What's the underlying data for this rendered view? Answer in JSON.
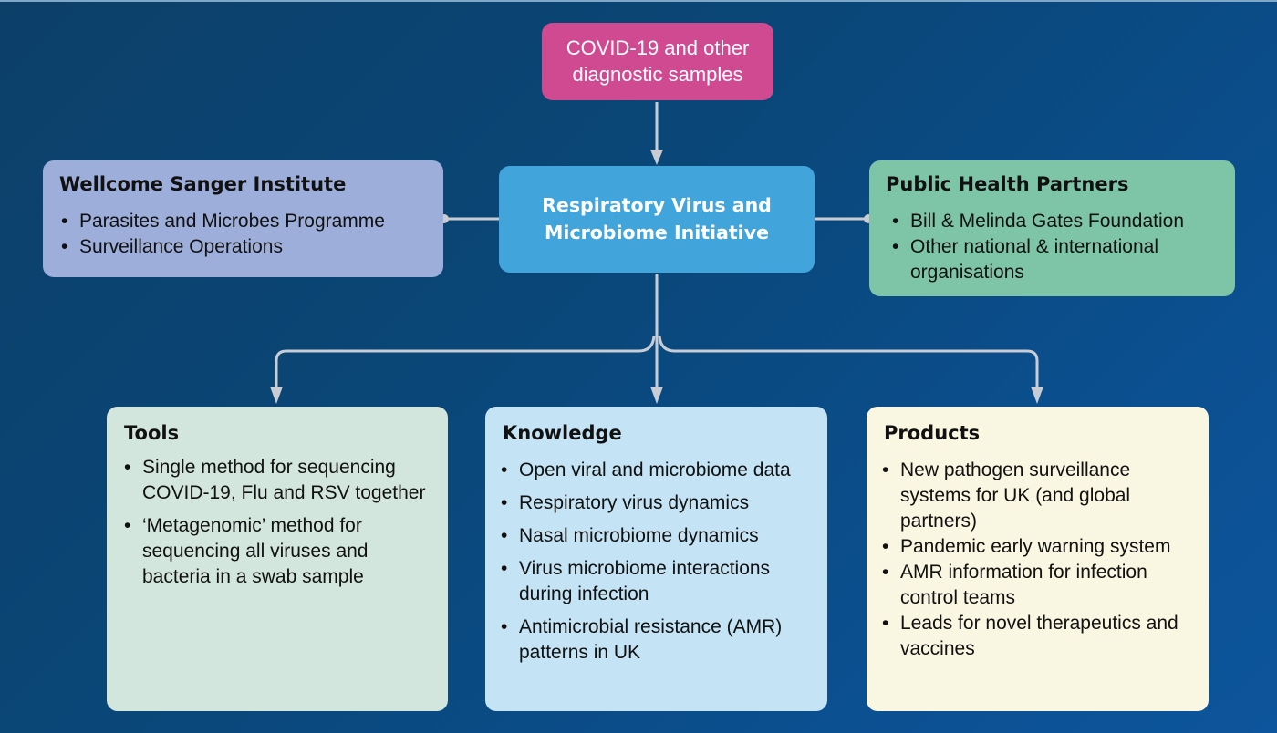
{
  "colors": {
    "background_dark": "#0c4069",
    "background_light": "#0d559c",
    "input_box": "#d04a92",
    "center_box": "#41a5dc",
    "sanger_box": "#9caed9",
    "partners_box": "#7ec5a7",
    "tools_box": "#d2e6dd",
    "knowledge_box": "#c4e3f4",
    "products_box": "#f9f6e1",
    "connector": "#c8ccd4"
  },
  "input": {
    "line1": "COVID-19 and other",
    "line2": "diagnostic samples"
  },
  "center": {
    "line1": "Respiratory Virus and",
    "line2": "Microbiome Initiative"
  },
  "sanger": {
    "title": "Wellcome Sanger Institute",
    "items": [
      "Parasites and Microbes Programme",
      "Surveillance Operations"
    ]
  },
  "partners": {
    "title": "Public Health Partners",
    "items": [
      "Bill & Melinda Gates Foundation",
      "Other national & international organisations"
    ]
  },
  "tools": {
    "title": "Tools",
    "items": [
      "Single method for sequencing COVID-19, Flu and RSV together",
      "‘Metagenomic’ method for sequencing all viruses and bacteria in a swab sample"
    ]
  },
  "knowledge": {
    "title": "Knowledge",
    "items": [
      "Open viral and microbiome data",
      "Respiratory virus dynamics",
      "Nasal microbiome dynamics",
      "Virus microbiome interactions during infection",
      "Antimicrobial resistance (AMR) patterns in UK"
    ]
  },
  "products": {
    "title": "Products",
    "items": [
      "New pathogen surveillance systems for UK (and global partners)",
      "Pandemic early warning system",
      "AMR information for infection control teams",
      "Leads for novel therapeutics and vaccines"
    ]
  }
}
